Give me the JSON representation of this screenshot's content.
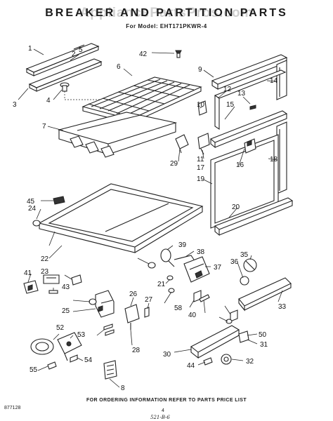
{
  "watermark": "AppliancePartsPros.com",
  "title": "BREAKER AND PARTITION PARTS",
  "model_line": "For Model: EHT171PKWR-4",
  "footer_note": "FOR ORDERING INFORMATION REFER TO PARTS PRICE LIST",
  "drawing_number": "877128",
  "page_number": "4",
  "handwritten_mark": "521-B-6",
  "callouts": [
    "1",
    "2",
    "3",
    "4",
    "5",
    "6",
    "7",
    "8",
    "9",
    "10",
    "11",
    "12",
    "13",
    "14",
    "15",
    "16",
    "17",
    "18",
    "19",
    "20",
    "21",
    "22",
    "23",
    "24",
    "25",
    "26",
    "27",
    "28",
    "29",
    "30",
    "31",
    "32",
    "33",
    "35",
    "36",
    "37",
    "38",
    "39",
    "40",
    "41",
    "42",
    "43",
    "44",
    "45",
    "50",
    "52",
    "53",
    "54",
    "55",
    "58"
  ]
}
